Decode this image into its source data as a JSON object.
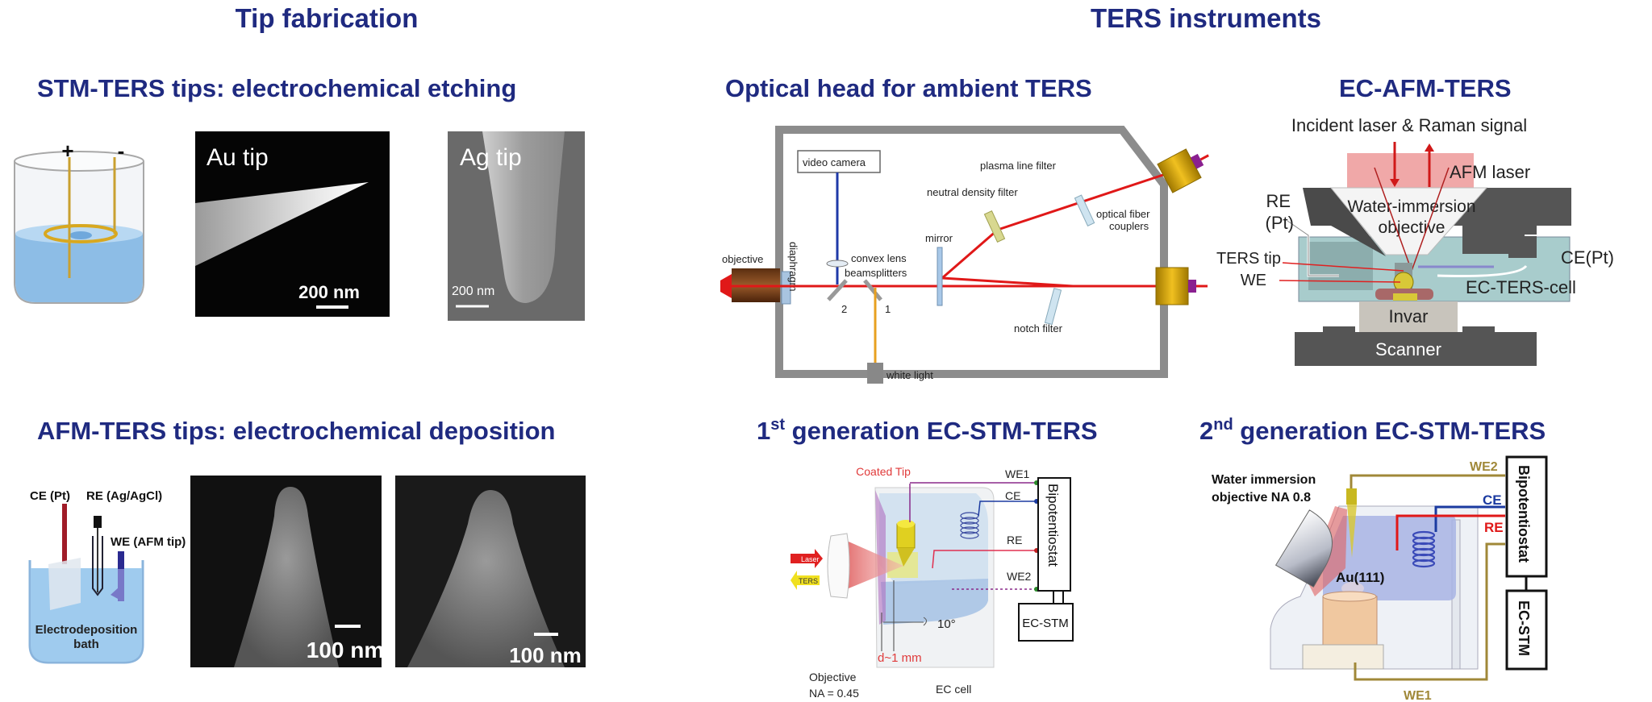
{
  "sections": {
    "tip_fabrication": "Tip fabrication",
    "ters_instruments": "TERS instruments"
  },
  "panels": {
    "stm_tips": {
      "title": "STM-TERS tips: electrochemical etching",
      "plus": "+",
      "minus": "-",
      "au_label": "Au tip",
      "au_scale": "200 nm",
      "ag_label": "Ag tip",
      "ag_scale": "200 nm"
    },
    "afm_tips": {
      "title": "AFM-TERS tips: electrochemical deposition",
      "ce": "CE (Pt)",
      "re": "RE (Ag/AgCl)",
      "we": "WE (AFM tip)",
      "bath_line1": "Electrodeposition",
      "bath_line2": "bath",
      "sem1_scale": "100 nm",
      "sem2_scale": "100 nm"
    },
    "optical_head": {
      "title": "Optical head for ambient TERS",
      "video_camera": "video camera",
      "diaphragm": "diaphragm",
      "objective": "objective",
      "convex_lens": "convex lens",
      "beamsplitters": "beamsplitters",
      "bs1": "1",
      "bs2": "2",
      "mirror": "mirror",
      "plasma_filter": "plasma line filter",
      "nd_filter": "neutral density filter",
      "notch_filter": "notch filter",
      "fiber_couplers_1": "optical fiber",
      "fiber_couplers_2": "couplers",
      "white_light": "white light"
    },
    "ec_afm": {
      "title": "EC-AFM-TERS",
      "incident": "Incident laser & Raman signal",
      "afm_laser": "AFM laser",
      "objective_1": "Water-immersion",
      "objective_2": "objective",
      "re_1": "RE",
      "re_2": "(Pt)",
      "ters_tip": "TERS tip",
      "we": "WE",
      "ce": "CE(Pt)",
      "cell": "EC-TERS-cell",
      "invar": "Invar",
      "scanner": "Scanner"
    },
    "gen1": {
      "title_num": "1",
      "title_sup": "st",
      "title_rest": " generation EC-STM-TERS",
      "coated_tip": "Coated Tip",
      "we1": "WE1",
      "ce": "CE",
      "re": "RE",
      "we2": "WE2",
      "bipotentiostat": "Bipotentiostat",
      "ec_stm": "EC-STM",
      "laser": "Laser",
      "ters": "TERS",
      "angle": "10°",
      "distance": "d~1 mm",
      "objective_1": "Objective",
      "objective_2": "NA = 0.45",
      "ec_cell": "EC cell"
    },
    "gen2": {
      "title_num": "2",
      "title_sup": "nd",
      "title_rest": " generation EC-STM-TERS",
      "objective_1": "Water immersion",
      "objective_2": "objective NA 0.8",
      "we2": "WE2",
      "ce": "CE",
      "re": "RE",
      "bipotentiostat": "Bipotentiostat",
      "ec_stm": "EC-STM",
      "sample": "Au(111)",
      "we1": "WE1"
    }
  },
  "colors": {
    "title": "#1f2a80",
    "laser": "#e01818",
    "gold_wire": "#a08838",
    "ce_blue": "#1b3aa0"
  }
}
